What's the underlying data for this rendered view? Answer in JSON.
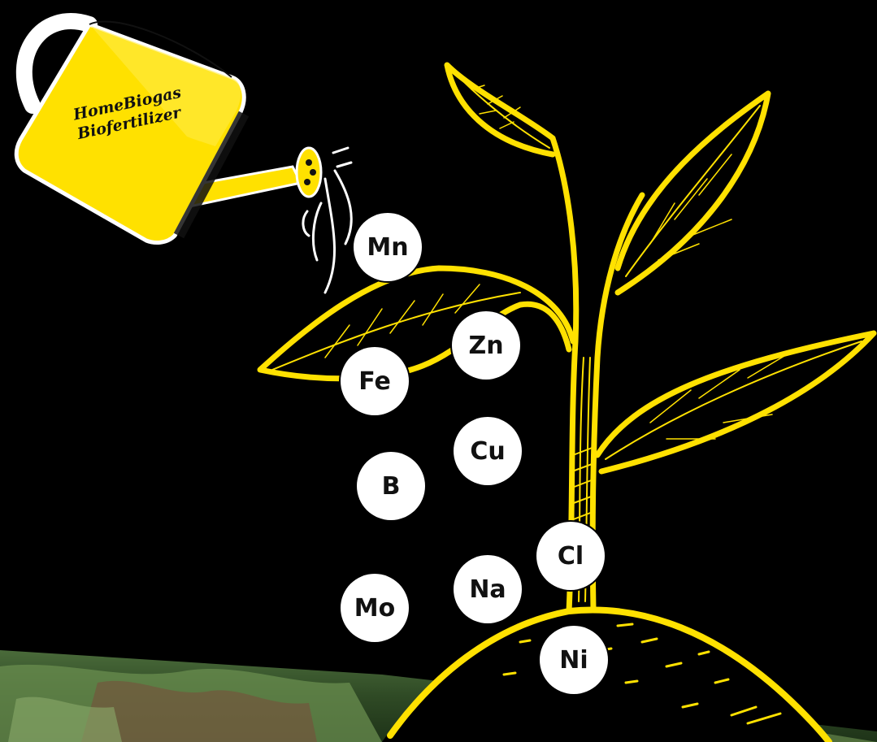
{
  "can": {
    "label_line1": "HomeBiogas",
    "label_line2": "Biofertilizer"
  },
  "nutrients": [
    "Mn",
    "Zn",
    "Fe",
    "Cu",
    "B",
    "Cl",
    "Na",
    "Mo",
    "Ni"
  ],
  "colors": {
    "accent": "#FFE100",
    "background": "#000000",
    "circle": "#FFFFFF"
  }
}
